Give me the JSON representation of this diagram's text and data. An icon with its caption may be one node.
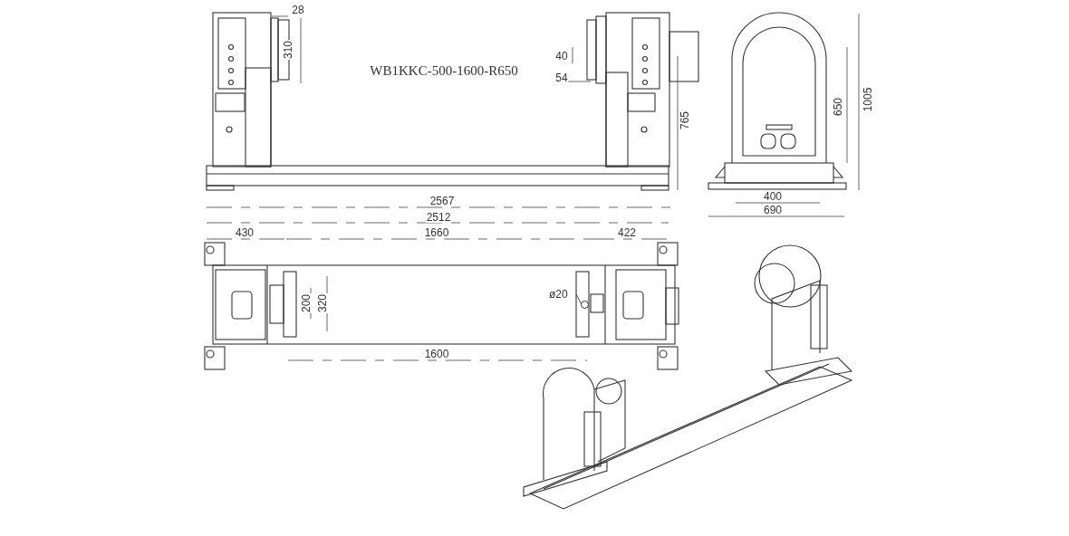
{
  "diagram": {
    "nodes": [
      {
        "text": [
          "ø20"
        ]
      },
      {
        "text": [],
        "shape": "circle"
      }
    ],
    "edges": [
      {
        "from": 0,
        "to": 1,
        "arrow": "none"
      }
    ],
    "labels": [
      "28",
      "310",
      "WB1KKC-500-1600-R650",
      "40",
      "54",
      "765",
      "650",
      "1005",
      "400",
      "690",
      "2567",
      "2512",
      "430",
      "1660",
      "422",
      "200",
      "320",
      "1600"
    ]
  }
}
